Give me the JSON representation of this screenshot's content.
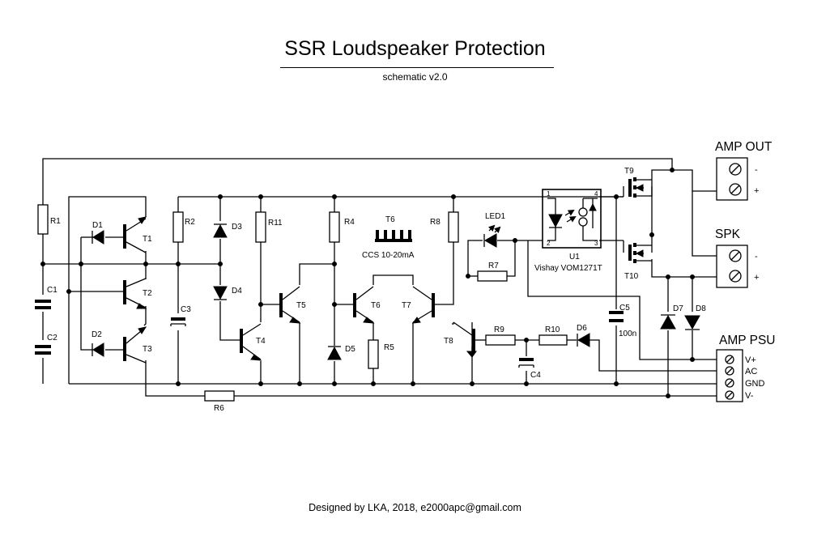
{
  "title": "SSR Loudspeaker Protection",
  "subtitle": "schematic v2.0",
  "footer": "Designed by LKA, 2018, e2000apc@gmail.com",
  "components": {
    "R1": "R1",
    "R2": "R2",
    "R4": "R4",
    "R5": "R5",
    "R6": "R6",
    "R7": "R7",
    "R8": "R8",
    "R9": "R9",
    "R10": "R10",
    "R11": "R11",
    "C1": "C1",
    "C2": "C2",
    "C3": "C3",
    "C4": "C4",
    "C5": "C5",
    "C5_value": "100n",
    "D1": "D1",
    "D2": "D2",
    "D3": "D3",
    "D4": "D4",
    "D5": "D5",
    "D6": "D6",
    "D7": "D7",
    "D8": "D8",
    "T1": "T1",
    "T2": "T2",
    "T3": "T3",
    "T4": "T4",
    "T5": "T5",
    "T6": "T6",
    "T7": "T7",
    "T8": "T8",
    "T9": "T9",
    "T10": "T10",
    "T6_top": "T6",
    "ccs": "CCS 10-20mA",
    "LED1": "LED1",
    "U1": "U1",
    "U1_part": "Vishay VOM1271T",
    "pin1": "1",
    "pin2": "2",
    "pin3": "3",
    "pin4": "4"
  },
  "connectors": {
    "amp_out": {
      "title": "AMP OUT",
      "minus": "-",
      "plus": "+"
    },
    "spk": {
      "title": "SPK",
      "minus": "-",
      "plus": "+"
    },
    "amp_psu": {
      "title": "AMP PSU",
      "pins": [
        "V+",
        "AC",
        "GND",
        "V-"
      ]
    }
  }
}
